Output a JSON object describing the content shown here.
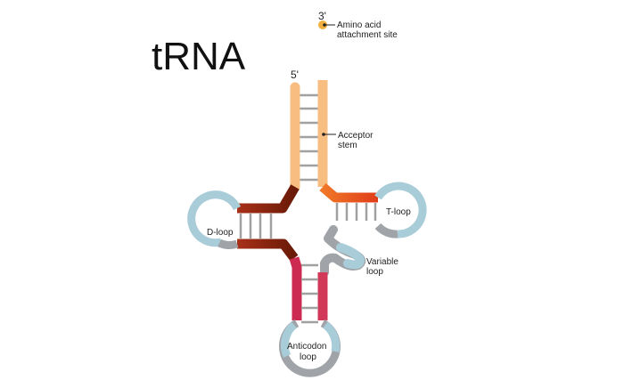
{
  "title": "tRNA",
  "labels": {
    "three_prime": "3'",
    "five_prime": "5'",
    "amino_acid_line1": "Amino acid",
    "amino_acid_line2": "attachment site",
    "acceptor_line1": "Acceptor",
    "acceptor_line2": "stem",
    "d_loop": "D-loop",
    "t_loop": "T-loop",
    "variable_line1": "Variable",
    "variable_line2": "loop",
    "anticodon_line1": "Anticodon",
    "anticodon_line2": "loop"
  },
  "colors": {
    "acceptor": "#f8bd80",
    "acceptor_top": "#ee5a38",
    "amino_dot": "#f0b040",
    "d_arm": "#8a2410",
    "t_arm": "#e84a1c",
    "anticodon_arm": "#cc2a50",
    "loop_blue": "#a8ccd8",
    "loop_gray": "#a0a4a8",
    "rung": "#a0a0a0"
  }
}
